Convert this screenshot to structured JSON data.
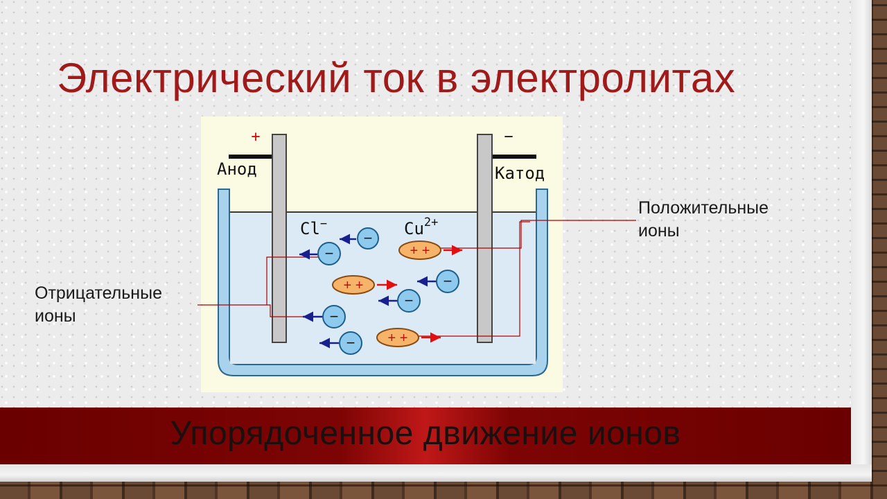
{
  "slide": {
    "title": "Электрический ток в электролитах",
    "caption": "Упорядоченное движение ионов"
  },
  "diagram": {
    "anode": {
      "label": "Анод",
      "sign": "+"
    },
    "cathode": {
      "label": "Катод",
      "sign": "−"
    },
    "negative_ion_formula": "Cl",
    "negative_ion_charge": "−",
    "positive_ion_formula": "Cu",
    "positive_ion_charge": "2+",
    "negative_ion_symbol": "−",
    "positive_ion_symbol": "+ +",
    "callout_positive": "Положительные\nионы",
    "callout_negative": "Отрицательные\nионы"
  },
  "colors": {
    "title": "#a01a1a",
    "banner": "#7d0404",
    "electrolyte": "#dceaf5",
    "vessel": "#a9d2ec",
    "negative_ion": "#8ec9ee",
    "positive_ion": "#f6b36a",
    "arrow_negative": "#17208e",
    "arrow_positive": "#e01010"
  }
}
